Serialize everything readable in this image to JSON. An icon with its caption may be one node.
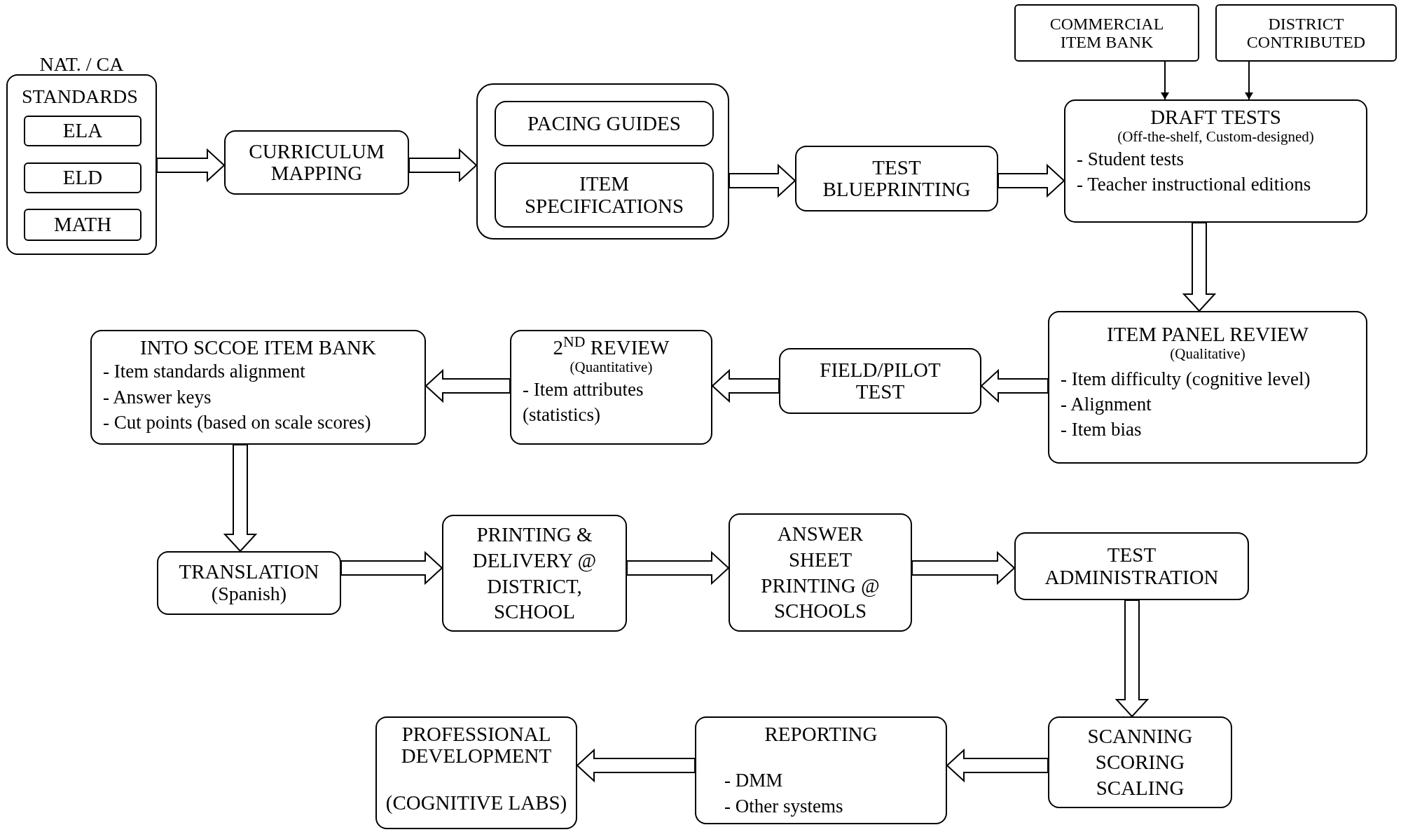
{
  "diagram": {
    "nodes": [
      {
        "text": [
          "NAT. / CA",
          "STANDARDS"
        ]
      },
      {
        "text": [
          "ELA"
        ],
        "in": 0
      },
      {
        "text": [
          "ELD"
        ],
        "in": 0
      },
      {
        "text": [
          "MATH"
        ],
        "in": 0
      },
      {
        "text": [
          "CURRICULUM MAPPING"
        ]
      },
      {
        "text": [],
        "shape": "box"
      },
      {
        "text": [
          "PACING GUIDES"
        ],
        "in": 5
      },
      {
        "text": [
          "ITEM SPECIFICATIONS"
        ],
        "in": 5
      },
      {
        "text": [
          "TEST BLUEPRINTING"
        ]
      },
      {
        "text": [
          "COMMERCIAL ITEM BANK"
        ]
      },
      {
        "text": [
          "DISTRICT CONTRIBUTED"
        ]
      },
      {
        "text": [
          "DRAFT TESTS",
          "(Off-the-shelf, Custom-designed)",
          "- Student tests",
          "- Teacher instructional editions"
        ]
      },
      {
        "text": [
          "ITEM PANEL REVIEW",
          "(Qualitative)",
          "- Item difficulty (cognitive level)",
          "- Alignment",
          "- Item bias"
        ]
      },
      {
        "text": [
          "FIELD/PILOT TEST"
        ]
      },
      {
        "text": [
          "2$^{ND}$ REVIEW",
          "(Quantitative)",
          "- Item attributes (statistics)"
        ]
      },
      {
        "text": [
          "INTO SCCOE ITEM BANK",
          "- Item standards alignment",
          "- Answer keys",
          "- Cut points (based on scale scores)"
        ]
      },
      {
        "text": [
          "TRANSLATION",
          "(Spanish)"
        ]
      },
      {
        "text": [
          "PRINTING & DELIVERY @ DISTRICT, SCHOOL"
        ]
      },
      {
        "text": [
          "ANSWER SHEET PRINTING @ SCHOOLS"
        ]
      },
      {
        "text": [
          "TEST ADMINISTRATION"
        ]
      },
      {
        "text": [
          "SCANNING SCORING SCALING"
        ]
      },
      {
        "text": [
          "REPORTING",
          "- DMM",
          "- Other systems"
        ]
      },
      {
        "text": [
          "PROFESSIONAL DEVELOPMENT",
          "(COGNITIVE LABS)"
        ]
      }
    ],
    "edges": [
      {
        "from": 0,
        "to": 4,
        "arrow": "to",
        "style": "thick"
      },
      {
        "from": 4,
        "to": 5,
        "arrow": "to",
        "style": "thick"
      },
      {
        "from": 5,
        "to": 8,
        "arrow": "to",
        "style": "thick"
      },
      {
        "from": 8,
        "to": 11,
        "arrow": "to",
        "style": "thick"
      },
      {
        "from": 9,
        "to": 11,
        "arrow": "to"
      },
      {
        "from": 10,
        "to": 11,
        "arrow": "to"
      },
      {
        "from": 11,
        "to": 12,
        "arrow": "to",
        "style": "thick"
      },
      {
        "from": 12,
        "to": 13,
        "arrow": "to",
        "style": "thick"
      },
      {
        "from": 13,
        "to": 14,
        "arrow": "to",
        "style": "thick"
      },
      {
        "from": 14,
        "to": 15,
        "arrow": "to",
        "style": "thick"
      },
      {
        "from": 15,
        "to": 16,
        "arrow": "to",
        "style": "thick"
      },
      {
        "from": 16,
        "to": 17,
        "arrow": "to",
        "style": "thick"
      },
      {
        "from": 17,
        "to": 18,
        "arrow": "to",
        "style": "thick"
      },
      {
        "from": 18,
        "to": 19,
        "arrow": "to",
        "style": "thick"
      },
      {
        "from": 19,
        "to": 20,
        "arrow": "to",
        "style": "thick"
      },
      {
        "from": 20,
        "to": 21,
        "arrow": "to",
        "style": "thick"
      },
      {
        "from": 21,
        "to": 22,
        "arrow": "to",
        "style": "thick"
      }
    ]
  }
}
